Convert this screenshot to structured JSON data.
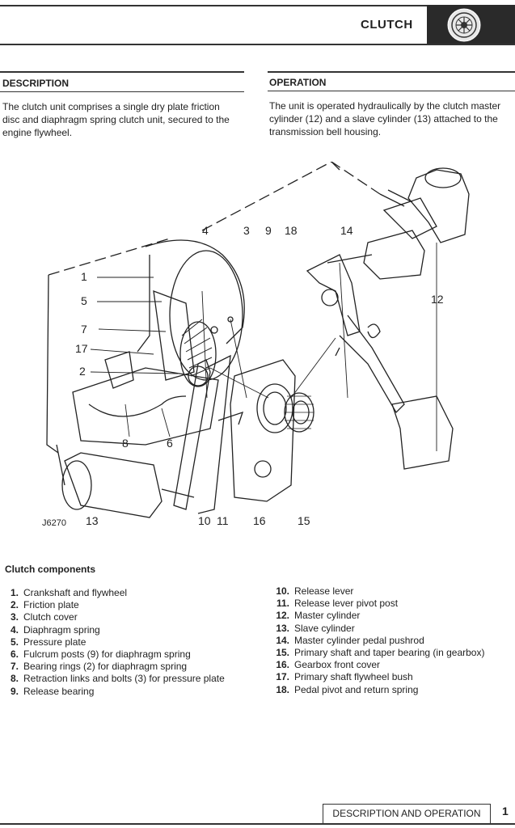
{
  "header": {
    "section_title": "CLUTCH",
    "logo_icon": "clutch-disc-icon"
  },
  "description": {
    "heading": "DESCRIPTION",
    "lines": [
      "The clutch unit comprises a single dry plate friction",
      "disc and diaphragm spring clutch unit, secured to the",
      "engine flywheel."
    ]
  },
  "operation": {
    "heading": "OPERATION",
    "lines": [
      "The unit is operated hydraulically by the clutch master",
      "cylinder (12) and a slave cylinder (13) attached to the",
      "transmission bell housing."
    ]
  },
  "figure": {
    "code": "J6270",
    "callouts": {
      "c1": "1",
      "c2": "2",
      "c3": "3",
      "c4": "4",
      "c5": "5",
      "c6": "6",
      "c7": "7",
      "c8": "8",
      "c9": "9",
      "c10": "10",
      "c11": "11",
      "c12": "12",
      "c13": "13",
      "c14": "14",
      "c15": "15",
      "c16": "16",
      "c17": "17",
      "c18": "18"
    }
  },
  "components": {
    "title": "Clutch components",
    "left": [
      {
        "num": "1.",
        "text": "Crankshaft and flywheel"
      },
      {
        "num": "2.",
        "text": "Friction plate"
      },
      {
        "num": "3.",
        "text": "Clutch cover"
      },
      {
        "num": "4.",
        "text": "Diaphragm spring"
      },
      {
        "num": "5.",
        "text": "Pressure plate"
      },
      {
        "num": "6.",
        "text": "Fulcrum posts (9) for diaphragm spring"
      },
      {
        "num": "7.",
        "text": "Bearing rings (2) for diaphragm spring"
      },
      {
        "num": "8.",
        "text": "Retraction links and bolts (3) for pressure plate"
      },
      {
        "num": "9.",
        "text": "Release bearing"
      }
    ],
    "right": [
      {
        "num": "10.",
        "text": "Release lever"
      },
      {
        "num": "11.",
        "text": "Release lever pivot post"
      },
      {
        "num": "12.",
        "text": "Master cylinder"
      },
      {
        "num": "13.",
        "text": "Slave cylinder"
      },
      {
        "num": "14.",
        "text": "Master cylinder pedal pushrod"
      },
      {
        "num": "15.",
        "text": "Primary shaft and taper bearing (in gearbox)"
      },
      {
        "num": "16.",
        "text": "Gearbox front cover"
      },
      {
        "num": "17.",
        "text": "Primary shaft flywheel bush"
      },
      {
        "num": "18.",
        "text": "Pedal pivot and return spring"
      }
    ]
  },
  "footer": {
    "label": "DESCRIPTION AND OPERATION",
    "page_number": "1"
  }
}
